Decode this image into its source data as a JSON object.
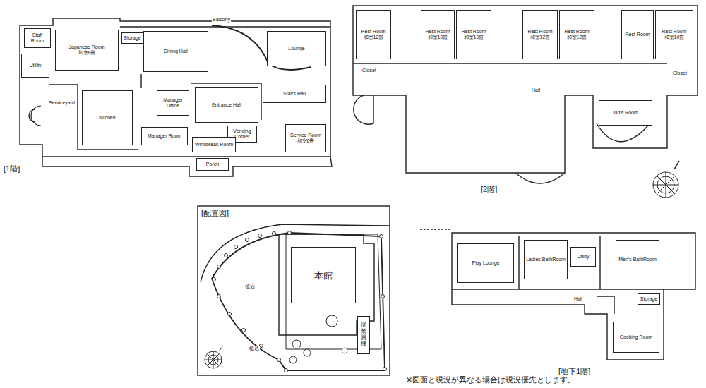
{
  "diagram": {
    "nodes": [
      {
        "text": [
          "Staff Room"
        ]
      },
      {
        "text": [
          "Utility"
        ]
      },
      {
        "text": [
          "Japanese Room",
          "和室8畳"
        ]
      },
      {
        "text": [
          "Storage"
        ]
      },
      {
        "text": [
          "Dining Hall"
        ]
      },
      {
        "text": [
          "Lounge"
        ]
      },
      {
        "text": [
          "Stairs Hall"
        ]
      },
      {
        "text": [
          "Manager Office"
        ]
      },
      {
        "text": [
          "Entrance Hall"
        ]
      },
      {
        "text": [
          "Kitchen"
        ]
      },
      {
        "text": [
          "Manager Room"
        ]
      },
      {
        "text": [
          "Vending Corner"
        ]
      },
      {
        "text": [
          "Service Room",
          "和室6畳"
        ]
      },
      {
        "text": [
          "Windbreak Room"
        ]
      },
      {
        "text": [
          "Porch"
        ]
      },
      {
        "text": [
          "Rest Room",
          "和室12畳"
        ]
      },
      {
        "text": [
          "Rest Room",
          "和室10畳"
        ]
      },
      {
        "text": [
          "Rest Room",
          "和室10畳"
        ]
      },
      {
        "text": [
          "Rest Room",
          "和室12畳"
        ]
      },
      {
        "text": [
          "Rest Room",
          "和室12畳"
        ]
      },
      {
        "text": [
          "Rest Room"
        ]
      },
      {
        "text": [
          "Rest Room",
          "和室10畳"
        ]
      },
      {
        "text": [
          "Kid's Room"
        ]
      },
      {
        "text": [
          "本館"
        ]
      },
      {
        "text": [
          "従業員棟"
        ]
      },
      {
        "text": [
          "Play Lounge"
        ]
      },
      {
        "text": [
          "Ladies BathRoom"
        ]
      },
      {
        "text": [
          "Utility"
        ]
      },
      {
        "text": [
          "Men's BathRoom"
        ]
      },
      {
        "text": [
          "Storage"
        ]
      },
      {
        "text": [
          "Cooking Room"
        ]
      }
    ],
    "labels": [
      "Balcony",
      "Serviceyard",
      "[1階]",
      "Closet",
      "Closet",
      "Hall",
      "[2階]",
      "[配置図]",
      "植込",
      "植込",
      "Hall",
      "[地下1階]",
      "※図面と現況が異なる場合は現況優先とします。"
    ]
  }
}
